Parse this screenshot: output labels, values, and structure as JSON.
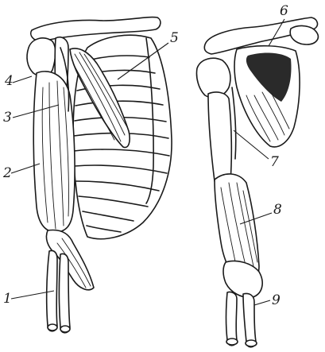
{
  "labels": [
    {
      "id": "1",
      "text": "1"
    },
    {
      "id": "2",
      "text": "2"
    },
    {
      "id": "3",
      "text": "3"
    },
    {
      "id": "4",
      "text": "4"
    },
    {
      "id": "5",
      "text": "5"
    },
    {
      "id": "6",
      "text": "6"
    },
    {
      "id": "7",
      "text": "7"
    },
    {
      "id": "8",
      "text": "8"
    },
    {
      "id": "9",
      "text": "9"
    }
  ],
  "colors": {
    "ink": "#1a1a1a",
    "background": "#ffffff"
  }
}
